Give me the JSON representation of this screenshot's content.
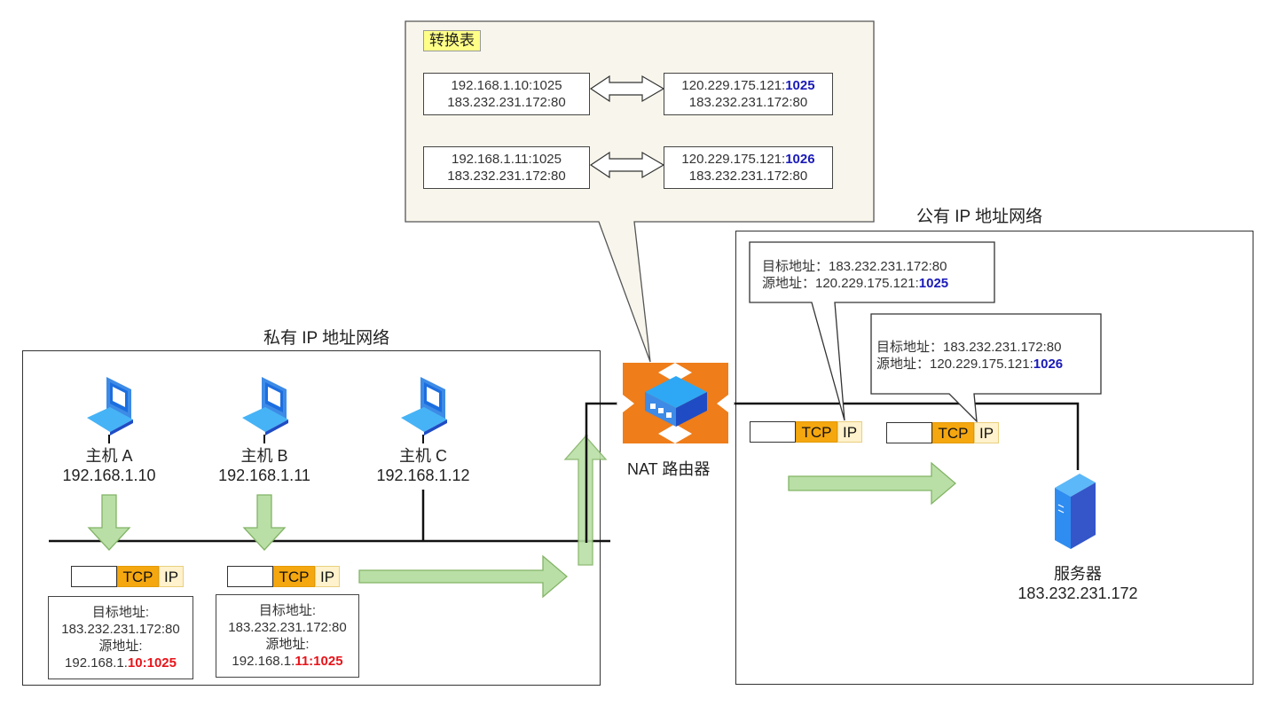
{
  "nat_table": {
    "title": "转换表",
    "rows": [
      {
        "private_src": "192.168.1.10:1025",
        "private_dst": "183.232.231.172:80",
        "public_src_ip": "120.229.175.121:",
        "public_src_port": "1025",
        "public_dst": "183.232.231.172:80"
      },
      {
        "private_src": "192.168.1.11:1025",
        "private_dst": "183.232.231.172:80",
        "public_src_ip": "120.229.175.121:",
        "public_src_port": "1026",
        "public_dst": "183.232.231.172:80"
      }
    ]
  },
  "private_network": {
    "title": "私有 IP 地址网络",
    "hosts": [
      {
        "name": "主机 A",
        "ip": "192.168.1.10"
      },
      {
        "name": "主机 B",
        "ip": "192.168.1.11"
      },
      {
        "name": "主机 C",
        "ip": "192.168.1.12"
      }
    ],
    "packets": [
      {
        "tcp": "TCP",
        "ip": "IP",
        "dst_label": "目标地址:",
        "dst": "183.232.231.172:80",
        "src_label": "源地址:",
        "src_prefix": "192.168.1.",
        "src_highlight": "10:1025"
      },
      {
        "tcp": "TCP",
        "ip": "IP",
        "dst_label": "目标地址:",
        "dst": "183.232.231.172:80",
        "src_label": "源地址:",
        "src_prefix": "192.168.1.",
        "src_highlight": "11:1025"
      }
    ]
  },
  "router": {
    "label": "NAT 路由器"
  },
  "public_network": {
    "title": "公有 IP 地址网络",
    "packets": [
      {
        "tcp": "TCP",
        "ip": "IP",
        "dst_line": "目标地址：183.232.231.172:80",
        "src_label": "源地址：120.229.175.121:",
        "src_port": "1025"
      },
      {
        "tcp": "TCP",
        "ip": "IP",
        "dst_line": "目标地址：183.232.231.172:80",
        "src_label": "源地址：120.229.175.121:",
        "src_port": "1026"
      }
    ],
    "server": {
      "name": "服务器",
      "ip": "183.232.231.172"
    }
  },
  "colors": {
    "tcp": "#f5a70f",
    "ip": "#fff2cc",
    "arrow_fill": "#b9dfa6",
    "arrow_stroke": "#82b366",
    "router_orange": "#ee7d1a",
    "callout_bg": "#f8f6ec",
    "port_red": "#e8141a",
    "port_blue": "#1a1ab8"
  }
}
